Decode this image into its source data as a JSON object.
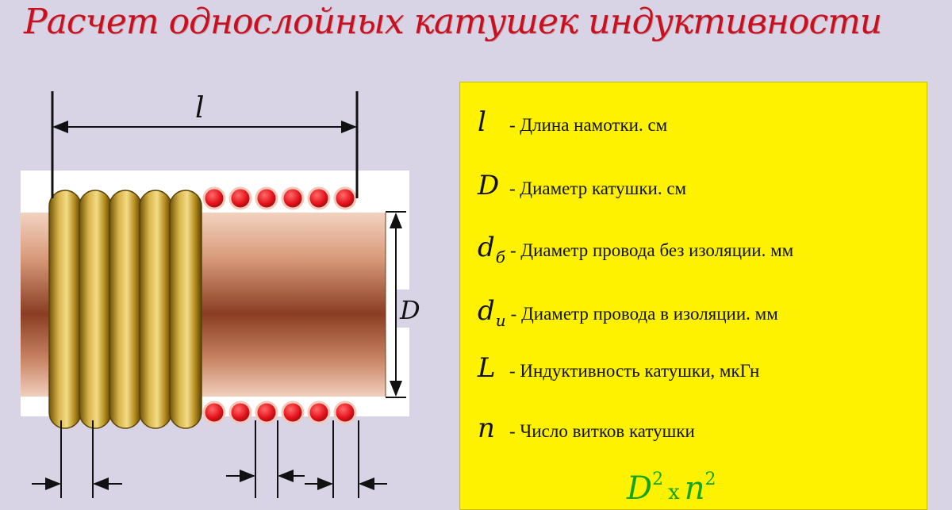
{
  "title": "Расчет однослойных катушек индуктивности",
  "diagram": {
    "length_label": "l",
    "diameter_label": "D"
  },
  "legend": [
    {
      "symbol": "l",
      "subscript": "",
      "text": "- Длина намотки. см"
    },
    {
      "symbol": "D",
      "subscript": "",
      "text": "- Диаметр катушки. см"
    },
    {
      "symbol": "d",
      "subscript": "б",
      "text": "- Диаметр провода без изоляции. мм"
    },
    {
      "symbol": "d",
      "subscript": "и",
      "text": "- Диаметр провода в изоляции. мм"
    },
    {
      "symbol": "L",
      "subscript": "",
      "text": "- Индуктивность катушки, мкГн"
    },
    {
      "symbol": "n",
      "subscript": "",
      "text": "- Число витков катушки"
    }
  ],
  "formula": {
    "var1": "D",
    "exp1": "2",
    "operator": "x",
    "var2": "n",
    "exp2": "2"
  },
  "colors": {
    "title": "#c8101e",
    "legend_background": "#fff200",
    "formula": "#14a51e",
    "wire_section": "#ee1b24",
    "coil_gold": "#c9a431",
    "copper_core": "#9e5436"
  }
}
